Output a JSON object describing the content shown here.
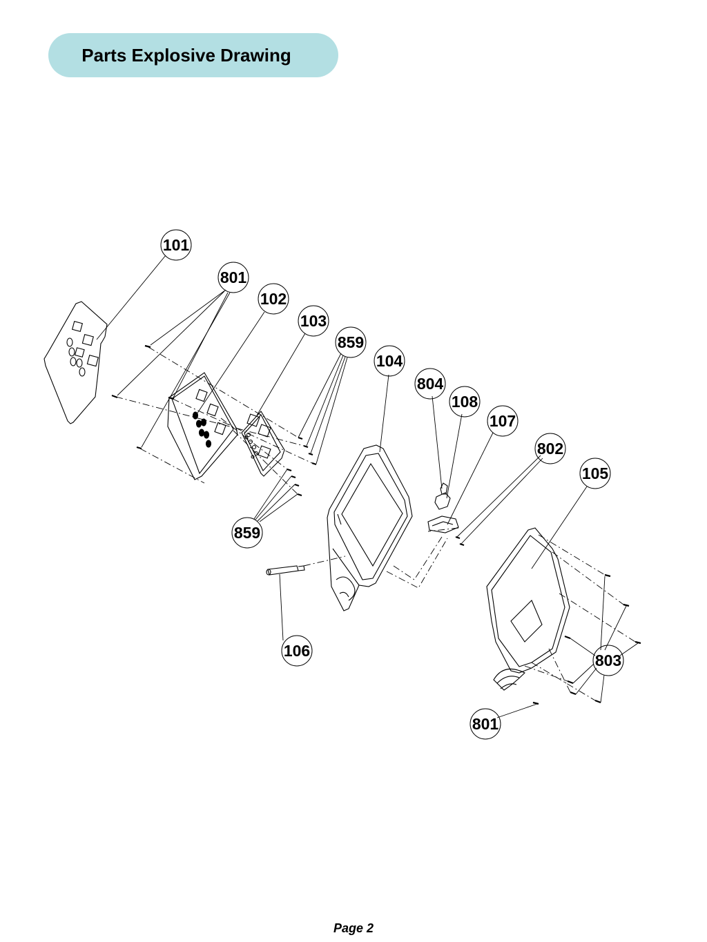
{
  "header": {
    "title": "Parts Explosive Drawing"
  },
  "footer": {
    "page_label": "Page 2"
  },
  "callouts": [
    {
      "id": "c101",
      "label": "101"
    },
    {
      "id": "c801a",
      "label": "801"
    },
    {
      "id": "c102",
      "label": "102"
    },
    {
      "id": "c103",
      "label": "103"
    },
    {
      "id": "c859a",
      "label": "859"
    },
    {
      "id": "c104",
      "label": "104"
    },
    {
      "id": "c804",
      "label": "804"
    },
    {
      "id": "c108",
      "label": "108"
    },
    {
      "id": "c107",
      "label": "107"
    },
    {
      "id": "c802",
      "label": "802"
    },
    {
      "id": "c105",
      "label": "105"
    },
    {
      "id": "c859b",
      "label": "859"
    },
    {
      "id": "c106",
      "label": "106"
    },
    {
      "id": "c803",
      "label": "803"
    },
    {
      "id": "c801b",
      "label": "801"
    }
  ],
  "colors": {
    "title_pill": "#b3dfe3",
    "line": "#000000"
  }
}
